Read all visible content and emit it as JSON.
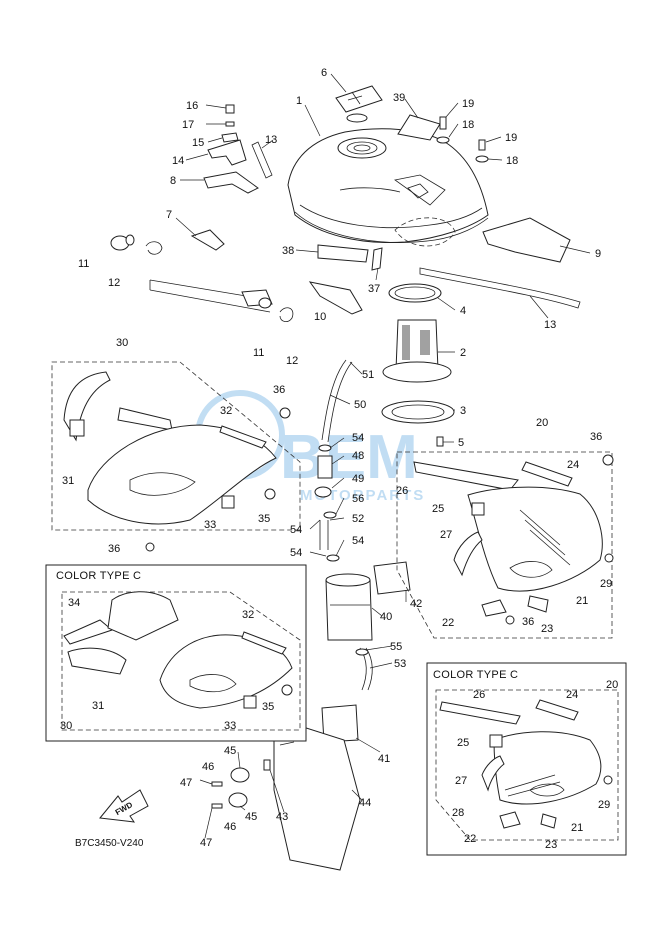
{
  "diagram": {
    "code": "B7C3450-V240",
    "fwd_label": "FWD",
    "watermark": {
      "brand": "BEM",
      "sub": "MOTORPARTS",
      "color": "#8fc3ea"
    },
    "color_type_label_1": "COLOR TYPE C",
    "color_type_label_2": "COLOR TYPE C",
    "callouts": {
      "c1": "1",
      "c2": "2",
      "c3": "3",
      "c4": "4",
      "c5": "5",
      "c6": "6",
      "c7": "7",
      "c8": "8",
      "c9": "9",
      "c10": "10",
      "c11a": "11",
      "c11b": "11",
      "c12a": "12",
      "c12b": "12",
      "c13a": "13",
      "c13b": "13",
      "c14": "14",
      "c15": "15",
      "c16": "16",
      "c17": "17",
      "c18a": "18",
      "c18b": "18",
      "c19a": "19",
      "c19b": "19",
      "c20a": "20",
      "c20b": "20",
      "c21a": "21",
      "c21b": "21",
      "c22a": "22",
      "c22b": "22",
      "c23a": "23",
      "c23b": "23",
      "c24a": "24",
      "c24b": "24",
      "c25a": "25",
      "c25b": "25",
      "c26a": "26",
      "c26b": "26",
      "c27a": "27",
      "c27b": "27",
      "c28": "28",
      "c29a": "29",
      "c29b": "29",
      "c30a": "30",
      "c30b": "30",
      "c31a": "31",
      "c31b": "31",
      "c32a": "32",
      "c32b": "32",
      "c33a": "33",
      "c33b": "33",
      "c34": "34",
      "c35a": "35",
      "c35b": "35",
      "c36a": "36",
      "c36b": "36",
      "c36c": "36",
      "c36d": "36",
      "c37": "37",
      "c38": "38",
      "c39": "39",
      "c40": "40",
      "c41": "41",
      "c42": "42",
      "c43": "43",
      "c44": "44",
      "c45a": "45",
      "c45b": "45",
      "c46a": "46",
      "c46b": "46",
      "c47a": "47",
      "c47b": "47",
      "c48": "48",
      "c49": "49",
      "c50": "50",
      "c51": "51",
      "c52": "52",
      "c53": "53",
      "c54a": "54",
      "c54b": "54",
      "c54c": "54",
      "c54d": "54",
      "c55": "55",
      "c56": "56"
    }
  }
}
